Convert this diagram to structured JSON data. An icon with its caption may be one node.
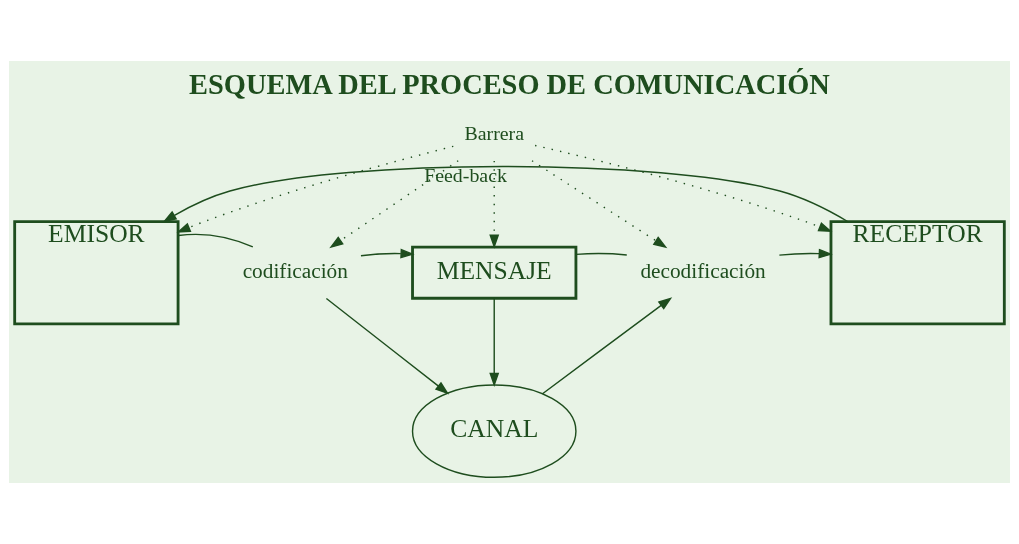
{
  "diagram": {
    "title": "ESQUEMA DEL PROCESO DE COMUNICACIÓN",
    "nodes": [
      {
        "text": [
          "Barrera"
        ]
      },
      {
        "text": [
          "EMISOR"
        ]
      },
      {
        "text": [
          "codificación"
        ]
      },
      {
        "text": [
          "MENSAJE"
        ]
      },
      {
        "text": [
          "decodificación"
        ]
      },
      {
        "text": [
          "RECEPTOR"
        ]
      },
      {
        "text": [
          "CANAL"
        ]
      }
    ],
    "edges": [
      {
        "from": 0,
        "to": 1,
        "arrow": "to",
        "style": "dashed"
      },
      {
        "from": 0,
        "to": 2,
        "arrow": "to",
        "style": "dashed"
      },
      {
        "from": 0,
        "to": 3,
        "arrow": "to",
        "style": "dashed"
      },
      {
        "from": 0,
        "to": 4,
        "arrow": "to",
        "style": "dashed"
      },
      {
        "from": 0,
        "to": 5,
        "arrow": "to",
        "style": "dashed"
      },
      {
        "from": 1,
        "to": 2,
        "arrow": "none"
      },
      {
        "from": 2,
        "to": 3,
        "arrow": "to"
      },
      {
        "from": 3,
        "to": 4,
        "arrow": "none"
      },
      {
        "from": 4,
        "to": 5,
        "arrow": "to"
      },
      {
        "from": 3,
        "to": 6,
        "arrow": "to"
      },
      {
        "from": 2,
        "to": 6,
        "arrow": "to"
      },
      {
        "from": 6,
        "to": 4,
        "arrow": "to"
      },
      {
        "from": 5,
        "to": 1,
        "arrow": "to",
        "label": "Feed-back"
      }
    ]
  }
}
